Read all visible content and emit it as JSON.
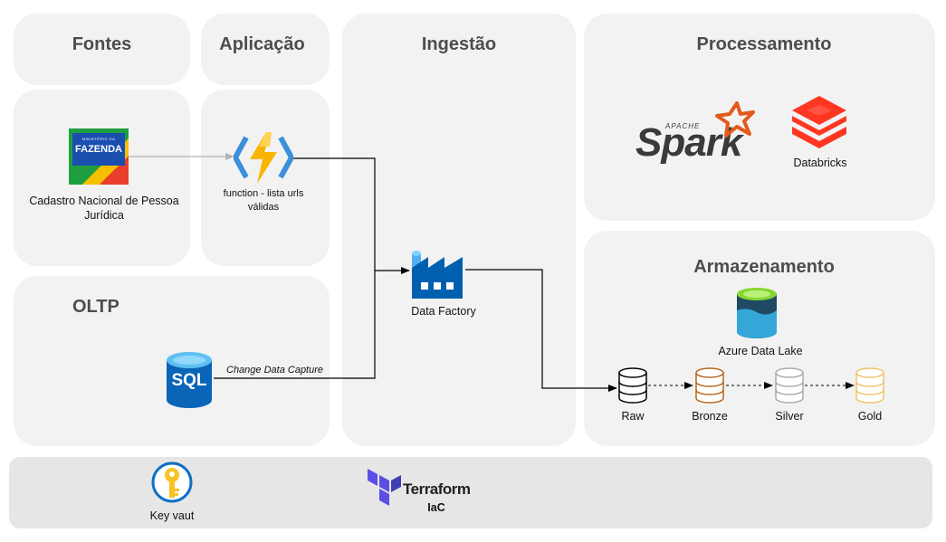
{
  "panels": {
    "fontes_title": "Fontes",
    "aplicacao_title": "Aplicação",
    "ingestao_title": "Ingestão",
    "processamento_title": "Processamento",
    "armazenamento_title": "Armazenamento",
    "oltp_title": "OLTP"
  },
  "nodes": {
    "fazenda_logo_small": "MINISTÉRIO DA",
    "fazenda_logo_text": "FAZENDA",
    "fazenda_label": "Cadastro Nacional de Pessoa Jurídica",
    "function_label": "function - lista urls válidas",
    "data_factory_label": "Data Factory",
    "sql_text": "SQL",
    "cdc_label": "Change Data Capture",
    "spark_apache": "APACHE",
    "spark_text": "Spark",
    "databricks_label": "Databricks",
    "datalake_label": "Azure Data Lake",
    "raw_label": "Raw",
    "bronze_label": "Bronze",
    "silver_label": "Silver",
    "gold_label": "Gold",
    "keyvault_label": "Key vaut",
    "terraform_text": "Terraform",
    "iac_label": "IaC"
  },
  "colors": {
    "panel_bg": "#f2f2f2",
    "bottom_bar": "#e6e6e6",
    "raw": "#000000",
    "bronze": "#b5651d",
    "silver": "#aaaaaa",
    "gold": "#f0c36d",
    "azure_blue": "#0078d4",
    "databricks_red": "#ff3621",
    "spark_orange": "#e25a1c",
    "terraform_purple": "#5c4ee5"
  }
}
